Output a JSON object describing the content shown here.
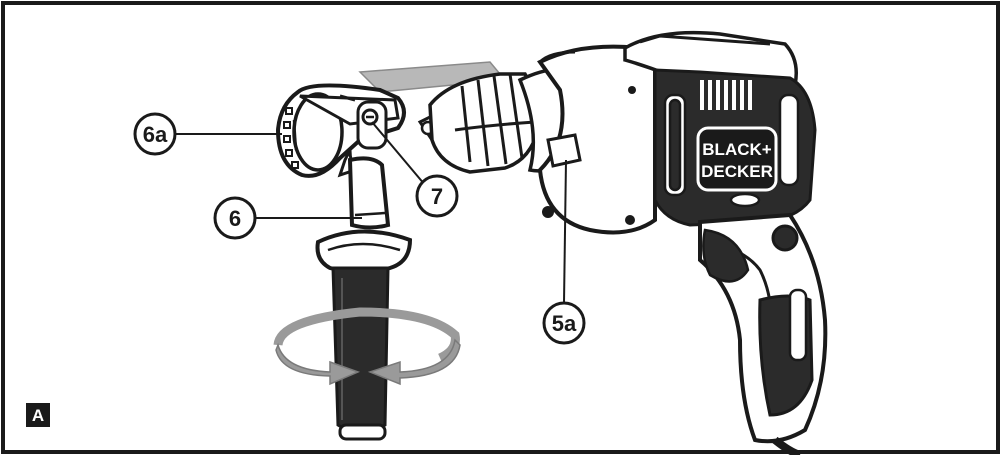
{
  "figure": {
    "label": "A"
  },
  "brand": {
    "line1": "BLACK+",
    "line2": "DECKER"
  },
  "callouts": [
    {
      "id": "6a",
      "text": "6a"
    },
    {
      "id": "6",
      "text": "6"
    },
    {
      "id": "7",
      "text": "7"
    },
    {
      "id": "5a",
      "text": "5a"
    }
  ],
  "colors": {
    "outline": "#1a1a1a",
    "arrow_grey": "#9a9a9a",
    "body_dark": "#2b2b2b",
    "background": "#ffffff"
  }
}
